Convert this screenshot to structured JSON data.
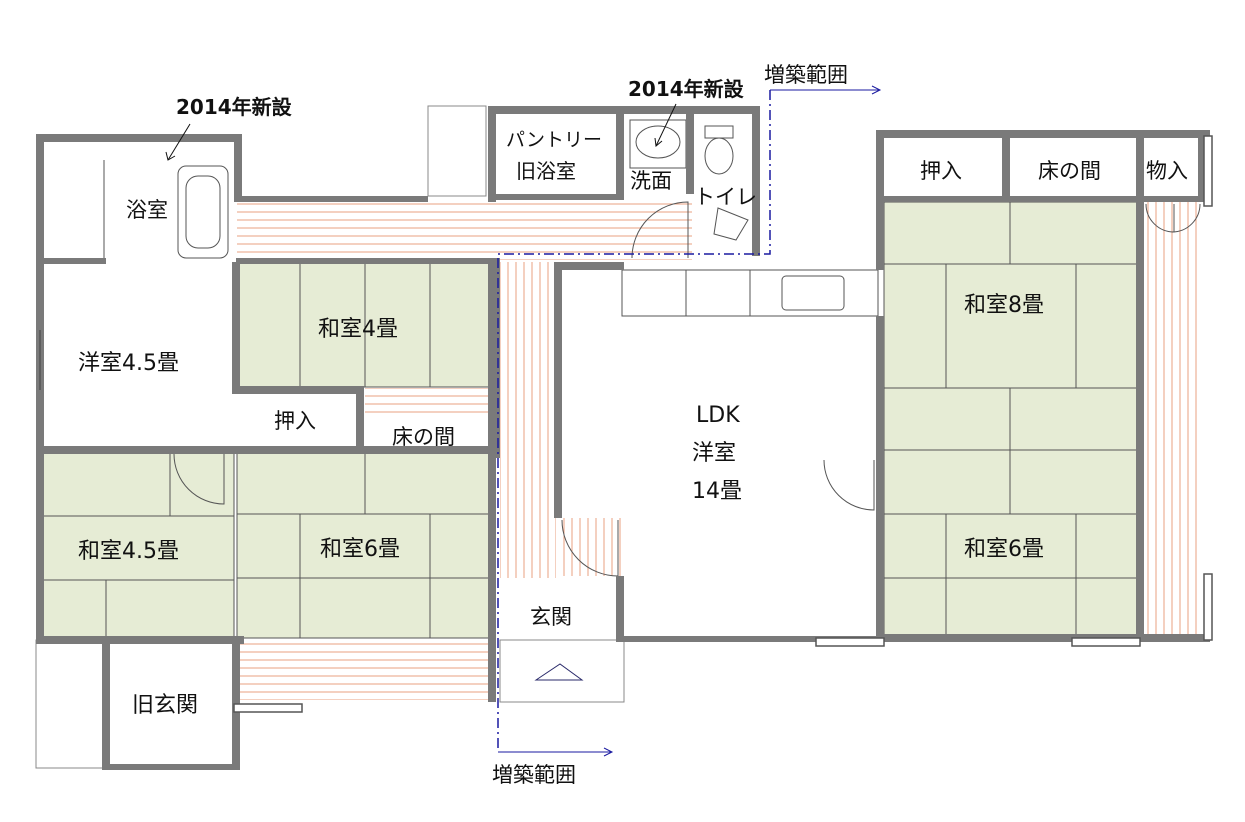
{
  "annotations": {
    "new_2014_left": "2014年新設",
    "new_2014_right": "2014年新設",
    "extension_top": "増築範囲",
    "extension_bottom": "増築範囲"
  },
  "rooms": {
    "bath": "浴室",
    "pantry_line1": "パントリー",
    "pantry_line2": "旧浴室",
    "washroom": "洗面",
    "toilet": "トイレ",
    "closet_right": "押入",
    "tokonoma_right": "床の間",
    "storage": "物入",
    "western_45": "洋室4.5畳",
    "japanese_4": "和室4畳",
    "closet_left": "押入",
    "tokonoma_left": "床の間",
    "japanese_45": "和室4.5畳",
    "japanese_6_left": "和室6畳",
    "ldk_line1": "LDK",
    "ldk_line2": "洋室",
    "ldk_line3": "14畳",
    "japanese_8": "和室8畳",
    "japanese_6_right": "和室6畳",
    "entrance": "玄関",
    "old_entrance": "旧玄関"
  },
  "colors": {
    "wall": "#7a7a7a",
    "tatami": "#e6ecd5",
    "floorboard": "#e8a080",
    "extension_line": "#1a1aa0"
  }
}
